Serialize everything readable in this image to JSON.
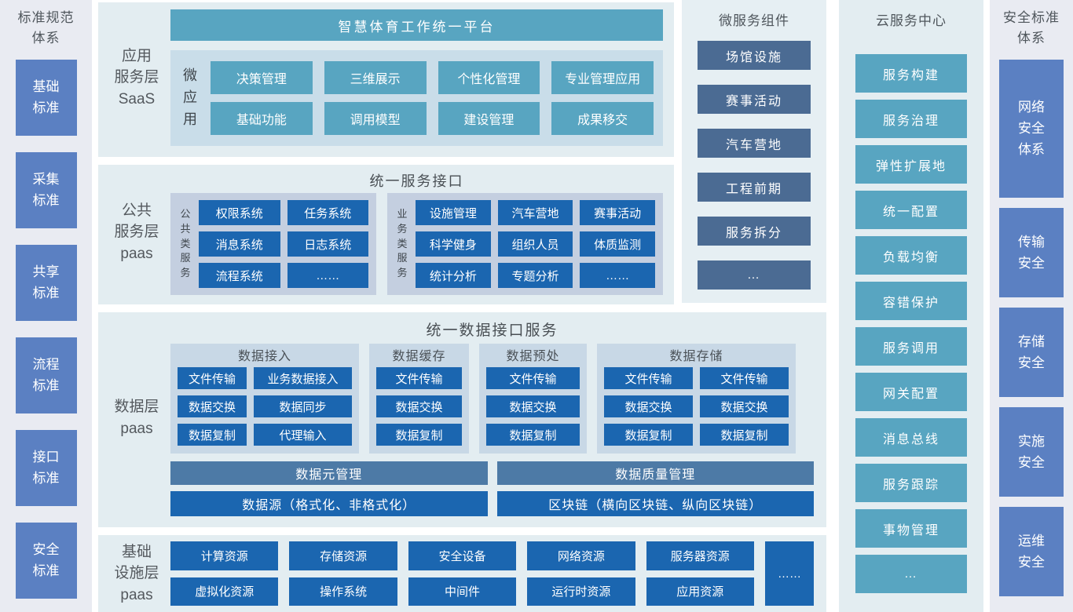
{
  "colors": {
    "teal_accent": "#58a5c1",
    "strong_blue": "#1b66b0",
    "slate_blue": "#4b6b93",
    "sidebar_blue": "#5b80c2",
    "gray_blue_bar": "#4d7aa6",
    "section_bg": "#e3edf1",
    "panel_bg": "#c8d8e6"
  },
  "left_sidebar": {
    "title": "标准规范\n体系",
    "items": [
      "基础\n标准",
      "采集\n标准",
      "共享\n标准",
      "流程\n标准",
      "接口\n标准",
      "安全\n标准"
    ]
  },
  "saas_layer": {
    "label": "应用\n服务层\nSaaS",
    "platform_title": "智慧体育工作统一平台",
    "micro_app_label": "微\n应\n用",
    "apps": [
      "决策管理",
      "三维展示",
      "个性化管理",
      "专业管理应用",
      "基础功能",
      "调用模型",
      "建设管理",
      "成果移交"
    ]
  },
  "public_layer": {
    "label": "公共\n服务层\npaas",
    "title": "统一服务接口",
    "common_group": {
      "vertical_label": "公\n共\n类\n服\n务",
      "items": [
        "权限系统",
        "任务系统",
        "消息系统",
        "日志系统",
        "流程系统",
        "……"
      ]
    },
    "business_group": {
      "vertical_label": "业\n务\n类\n服\n务",
      "items": [
        "设施管理",
        "汽车营地",
        "赛事活动",
        "科学健身",
        "组织人员",
        "体质监测",
        "统计分析",
        "专题分析",
        "……"
      ]
    }
  },
  "data_layer": {
    "label": "数据层\npaas",
    "title": "统一数据接口服务",
    "groups": {
      "access": {
        "title": "数据接入",
        "items": [
          "文件传输",
          "业务数据接入",
          "数据交换",
          "数据同步",
          "数据复制",
          "代理输入"
        ]
      },
      "cache": {
        "title": "数据缓存",
        "items": [
          "文件传输",
          "数据交换",
          "数据复制"
        ]
      },
      "preprocess": {
        "title": "数据预处",
        "items": [
          "文件传输",
          "数据交换",
          "数据复制"
        ]
      },
      "storage": {
        "title": "数据存储",
        "items": [
          "文件传输",
          "文件传输",
          "数据交换",
          "数据交换",
          "数据复制",
          "数据复制"
        ]
      }
    },
    "meta_bar": "数据元管理",
    "quality_bar": "数据质量管理",
    "source_bar": "数据源（格式化、非格式化）",
    "blockchain_bar": "区块链（横向区块链、纵向区块链）"
  },
  "infra_layer": {
    "label": "基础\n设施层\npaas",
    "items": [
      "计算资源",
      "存储资源",
      "安全设备",
      "网络资源",
      "服务器资源",
      "虚拟化资源",
      "操作系统",
      "中间件",
      "运行时资源",
      "应用资源"
    ],
    "more": "……"
  },
  "microservices": {
    "title": "微服务组件",
    "items": [
      "场馆设施",
      "赛事活动",
      "汽车营地",
      "工程前期",
      "服务拆分",
      "…"
    ]
  },
  "cloud_center": {
    "title": "云服务中心",
    "items": [
      "服务构建",
      "服务治理",
      "弹性扩展地",
      "统一配置",
      "负载均衡",
      "容错保护",
      "服务调用",
      "网关配置",
      "消息总线",
      "服务跟踪",
      "事物管理",
      "…"
    ]
  },
  "security_sidebar": {
    "title": "安全标准\n体系",
    "items": [
      "网络\n安全\n体系",
      "传输\n安全",
      "存储\n安全",
      "实施\n安全",
      "运维\n安全"
    ]
  }
}
